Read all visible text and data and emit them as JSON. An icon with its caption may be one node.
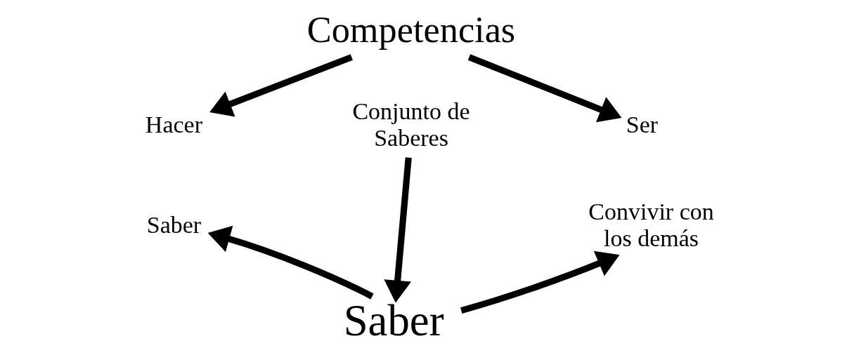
{
  "diagram": {
    "nodes": [
      {
        "text": [
          "Competencias"
        ]
      },
      {
        "text": [
          "Hacer"
        ]
      },
      {
        "text": [
          "Ser"
        ]
      },
      {
        "text": [
          "Conjunto de Saberes"
        ]
      },
      {
        "text": [
          "Saber"
        ]
      },
      {
        "text": [
          "Convivir con los demás"
        ]
      },
      {
        "text": [
          "Saber"
        ]
      }
    ],
    "edges": [
      {
        "from": 0,
        "to": 1,
        "arrow": "to"
      },
      {
        "from": 0,
        "to": 2,
        "arrow": "to"
      },
      {
        "from": 3,
        "to": 6,
        "arrow": "to"
      },
      {
        "from": 6,
        "to": 4,
        "arrow": "to"
      },
      {
        "from": 6,
        "to": 5,
        "arrow": "to"
      }
    ]
  }
}
